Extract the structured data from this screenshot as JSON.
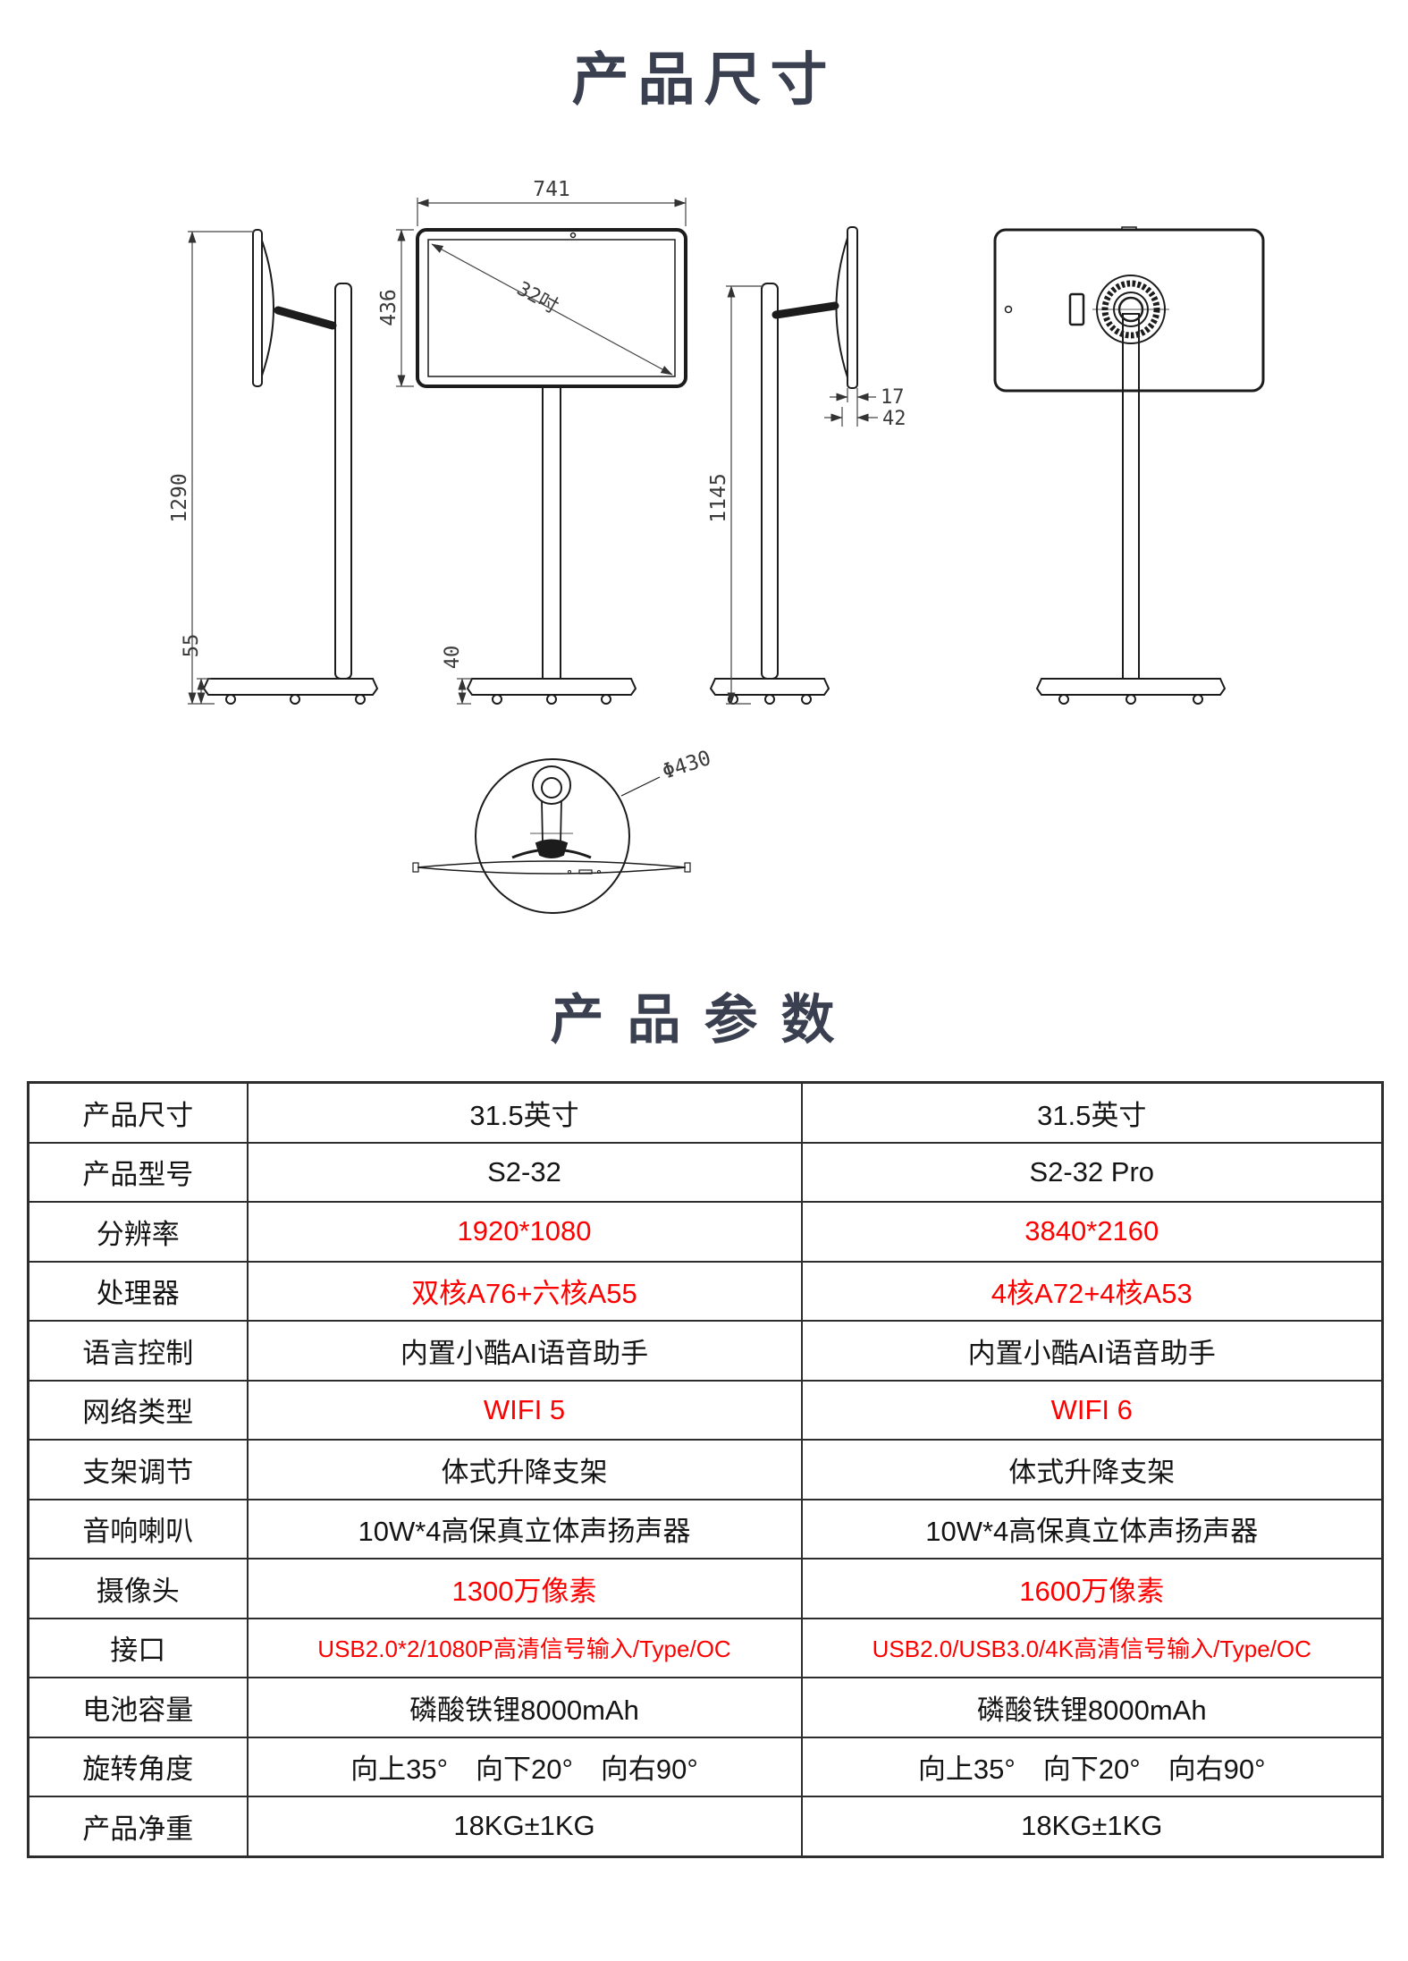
{
  "colors": {
    "highlight": "#fe0000",
    "title": "#3b4050",
    "line": "#1c1c1c",
    "dim": "#3a3a3a",
    "text": "#141414",
    "border": "#2d2d2d"
  },
  "sections": {
    "dimensions_title": "产品尺寸",
    "specs_title": "产品参数"
  },
  "diagram": {
    "labels": {
      "total_height": "1290",
      "base_height_side": "55",
      "screen_width": "741",
      "screen_height": "436",
      "diagonal": "32吋",
      "base_height_front": "40",
      "pole_height": "1145",
      "panel_edge_thickness": "17",
      "panel_total_thickness": "42",
      "base_diameter": "Φ430"
    }
  },
  "table": {
    "rows": [
      {
        "label": "产品尺寸",
        "s2_32": "31.5英寸",
        "s2_32_pro": "31.5英寸",
        "highlight": false
      },
      {
        "label": "产品型号",
        "s2_32": "S2-32",
        "s2_32_pro": "S2-32 Pro",
        "highlight": false
      },
      {
        "label": "分辨率",
        "s2_32": "1920*1080",
        "s2_32_pro": "3840*2160",
        "highlight": true
      },
      {
        "label": "处理器",
        "s2_32": "双核A76+六核A55",
        "s2_32_pro": "4核A72+4核A53",
        "highlight": true
      },
      {
        "label": "语言控制",
        "s2_32": "内置小酷AI语音助手",
        "s2_32_pro": "内置小酷AI语音助手",
        "highlight": false
      },
      {
        "label": "网络类型",
        "s2_32": "WIFI 5",
        "s2_32_pro": "WIFI 6",
        "highlight": true
      },
      {
        "label": "支架调节",
        "s2_32": "体式升降支架",
        "s2_32_pro": "体式升降支架",
        "highlight": false
      },
      {
        "label": "音响喇叭",
        "s2_32": "10W*4高保真立体声扬声器",
        "s2_32_pro": "10W*4高保真立体声扬声器",
        "highlight": false
      },
      {
        "label": "摄像头",
        "s2_32": "1300万像素",
        "s2_32_pro": "1600万像素",
        "highlight": true
      },
      {
        "label": "接口",
        "s2_32": "USB2.0*2/1080P高清信号输入/Type/OC",
        "s2_32_pro": "USB2.0/USB3.0/4K高清信号输入/Type/OC",
        "highlight": true,
        "small": true
      },
      {
        "label": "电池容量",
        "s2_32": "磷酸铁锂8000mAh",
        "s2_32_pro": "磷酸铁锂8000mAh",
        "highlight": false
      },
      {
        "label": "旋转角度",
        "s2_32": "向上35°　向下20°　向右90°",
        "s2_32_pro": "向上35°　向下20°　向右90°",
        "highlight": false
      },
      {
        "label": "产品净重",
        "s2_32": "18KG±1KG",
        "s2_32_pro": "18KG±1KG",
        "highlight": false
      }
    ]
  }
}
